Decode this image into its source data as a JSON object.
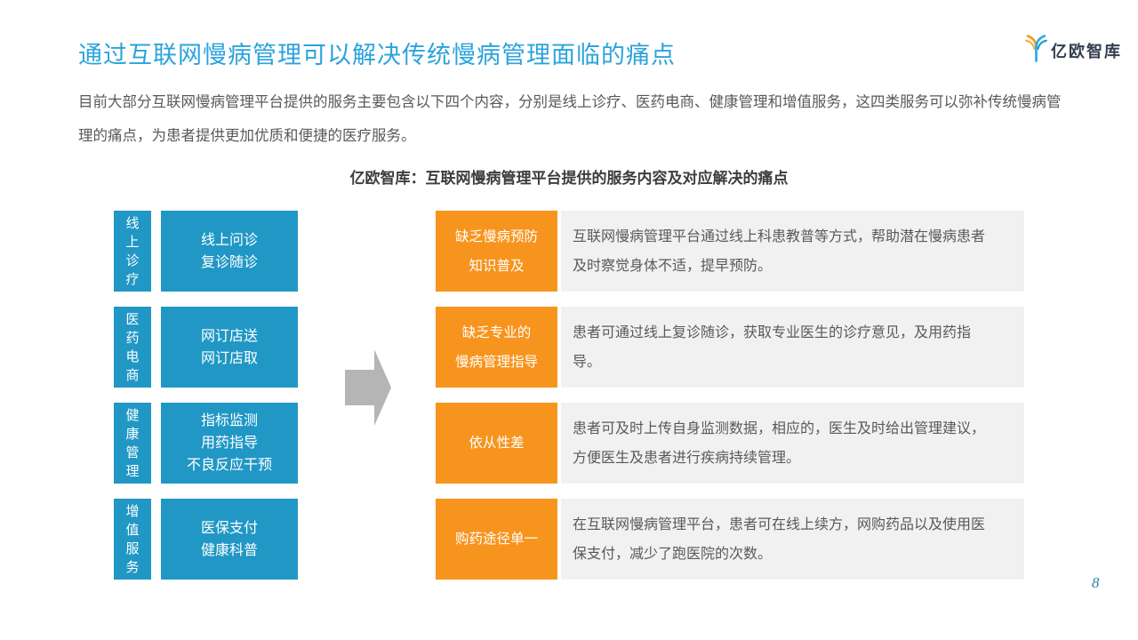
{
  "page": {
    "title": "通过互联网慢病管理可以解决传统慢病管理面临的痛点",
    "intro": "目前大部分互联网慢病管理平台提供的服务主要包含以下四个内容，分别是线上诊疗、医药电商、健康管理和增值服务，这四类服务可以弥补传统慢病管理的痛点，为患者提供更加优质和便捷的医疗服务。",
    "figure_title": "亿欧智库：互联网慢病管理平台提供的服务内容及对应解决的痛点",
    "page_number": "8"
  },
  "logo": {
    "text": "亿欧智库"
  },
  "services": [
    {
      "category": "线上诊疗",
      "items": {
        "0": "线上问诊",
        "1": "复诊随诊"
      }
    },
    {
      "category": "医药电商",
      "items": {
        "0": "网订店送",
        "1": "网订店取"
      }
    },
    {
      "category": "健康管理",
      "items": {
        "0": "指标监测",
        "1": "用药指导",
        "2": "不良反应干预"
      }
    },
    {
      "category": "增值服务",
      "items": {
        "0": "医保支付",
        "1": "健康科普"
      }
    }
  ],
  "pain_points": [
    {
      "pain_lines": {
        "0": "缺乏慢病预防",
        "1": "知识普及"
      },
      "solution": "互联网慢病管理平台通过线上科患教普等方式，帮助潜在慢病患者及时察觉身体不适，提早预防。"
    },
    {
      "pain_lines": {
        "0": "缺乏专业的",
        "1": "慢病管理指导"
      },
      "solution": "患者可通过线上复诊随诊，获取专业医生的诊疗意见，及用药指导。"
    },
    {
      "pain_lines": {
        "0": "依从性差"
      },
      "solution": "患者可及时上传自身监测数据，相应的，医生及时给出管理建议，方便医生及患者进行疾病持续管理。"
    },
    {
      "pain_lines": {
        "0": "购药途径单一"
      },
      "solution": "在互联网慢病管理平台，患者可在线上续方，网购药品以及使用医保支付，减少了跑医院的次数。"
    }
  ],
  "colors": {
    "title_blue": "#2BA3DC",
    "box_blue": "#2097C5",
    "accent_orange": "#F7941E",
    "solution_gray_bg": "#F1F1F1",
    "arrow_gray": "#B5B5B5",
    "body_text": "#595959"
  }
}
